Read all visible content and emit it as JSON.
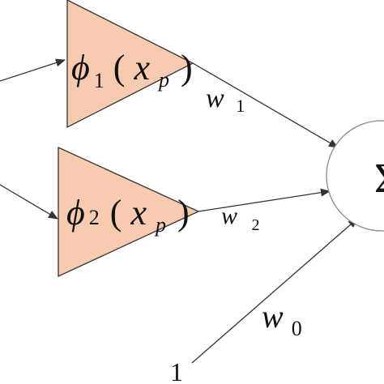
{
  "colors": {
    "triangle_fill": "#F7CBAF",
    "stroke": "#333333",
    "summation_fill": "#ffffff"
  },
  "basis1": {
    "phi": "ϕ",
    "index": "1",
    "open": "(",
    "var": "x",
    "sub": "p",
    "close": ")"
  },
  "basis2": {
    "phi": "ϕ",
    "index": "2",
    "open": "(",
    "var": "x",
    "sub": "p",
    "close": ")"
  },
  "weights": {
    "w1": {
      "letter": "w",
      "sub": "1"
    },
    "w2": {
      "letter": "w",
      "sub": "2"
    },
    "w0": {
      "letter": "w",
      "sub": "0"
    }
  },
  "bias_input": "1",
  "summation_symbol": "Σ"
}
